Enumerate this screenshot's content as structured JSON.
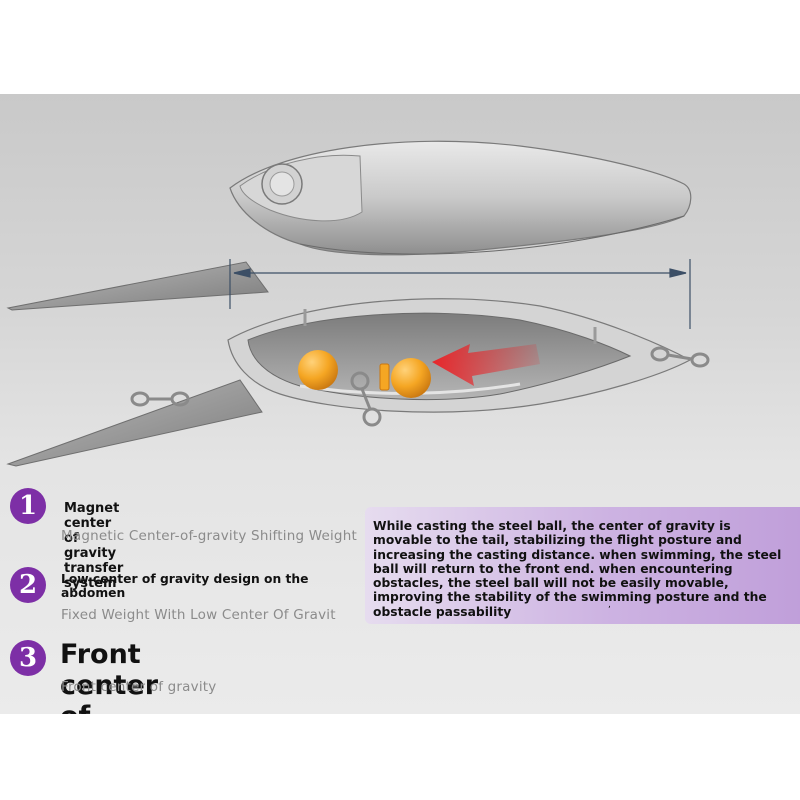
{
  "features": [
    {
      "number": "1",
      "title": "Magnet center of gravity transfer system",
      "subtitle": "Magnetic Center-of-gravity Shifting Weight"
    },
    {
      "number": "2",
      "title": "Low center of gravity design on the abdomen",
      "subtitle": "Fixed Weight With Low Center Of Gravit"
    },
    {
      "number": "3",
      "title": "Front center of gravity",
      "subtitle": "Front center of gravity"
    }
  ],
  "description": "While casting the steel ball, the center of gravity is movable to the tail, stabilizing the flight posture and increasing the casting distance. when swimming, the steel ball will return to the front end. when encountering obstacles, the steel ball will not be easily movable, improving the stability of the swimming posture and the obstacle passability",
  "description_tick": ",",
  "colors": {
    "badge": "#7d2fa6",
    "ball": "#f5a623",
    "arrow": "#e8262a",
    "panel_top": "#c9c9c9",
    "note_gradient_end": "#c09fda"
  },
  "icons": [
    "lure-body-illustration",
    "lure-cutaway-illustration",
    "steel-ball-icon",
    "magnet-icon",
    "arrow-icon",
    "split-ring-icon",
    "dimension-line-icon"
  ]
}
